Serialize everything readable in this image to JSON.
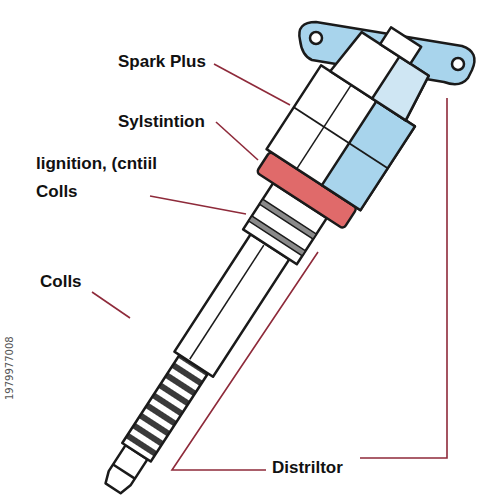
{
  "diagram": {
    "labels": [
      "Spark Plus",
      "Sylstintion",
      "lignition, (cntiil Colls",
      "Colls",
      "Distriltor",
      "1979977008"
    ]
  }
}
